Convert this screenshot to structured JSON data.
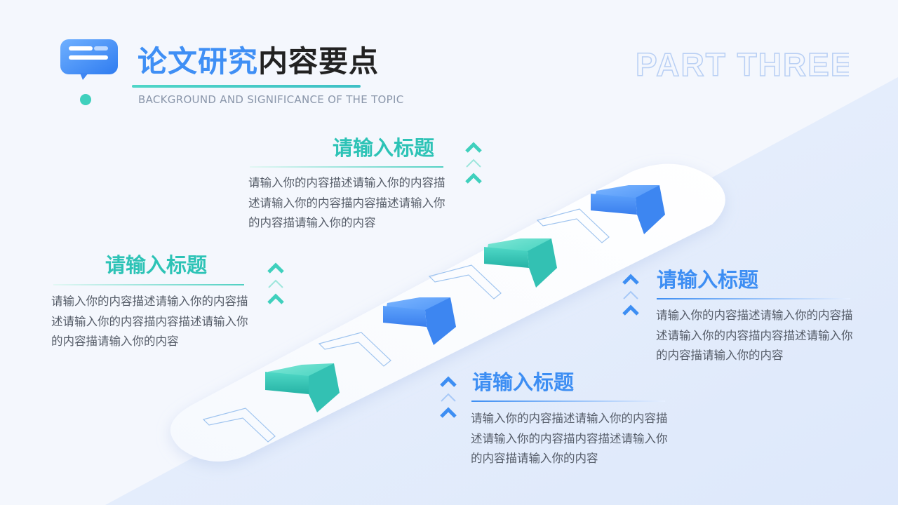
{
  "header": {
    "title_highlight": "论文研究",
    "title_rest": "内容要点",
    "subtitle": "BACKGROUND AND SIGNIFICANCE OF THE TOPIC",
    "part_label": "PART THREE"
  },
  "items": [
    {
      "title": "请输入标题",
      "description": "请输入你的内容描述请输入你的内容描述请输入你的内容描内容描述请输入你的内容描请输入你的内容"
    },
    {
      "title": "请输入标题",
      "description": "请输入你的内容描述请输入你的内容描述请输入你的内容描内容描述请输入你的内容描请输入你的内容"
    },
    {
      "title": "请输入标题",
      "description": "请输入你的内容描述请输入你的内容描述请输入你的内容描内容描述请输入你的内容描请输入你的内容"
    },
    {
      "title": "请输入标题",
      "description": "请输入你的内容描述请输入你的内容描述请输入你的内容描内容描述请输入你的内容描请输入你的内容"
    }
  ],
  "colors": {
    "teal": "#2dc3b6",
    "blue": "#3d8ef3",
    "text": "#555c68"
  },
  "icons": [
    "chat-bubble-icon",
    "chevron-up-icon"
  ]
}
